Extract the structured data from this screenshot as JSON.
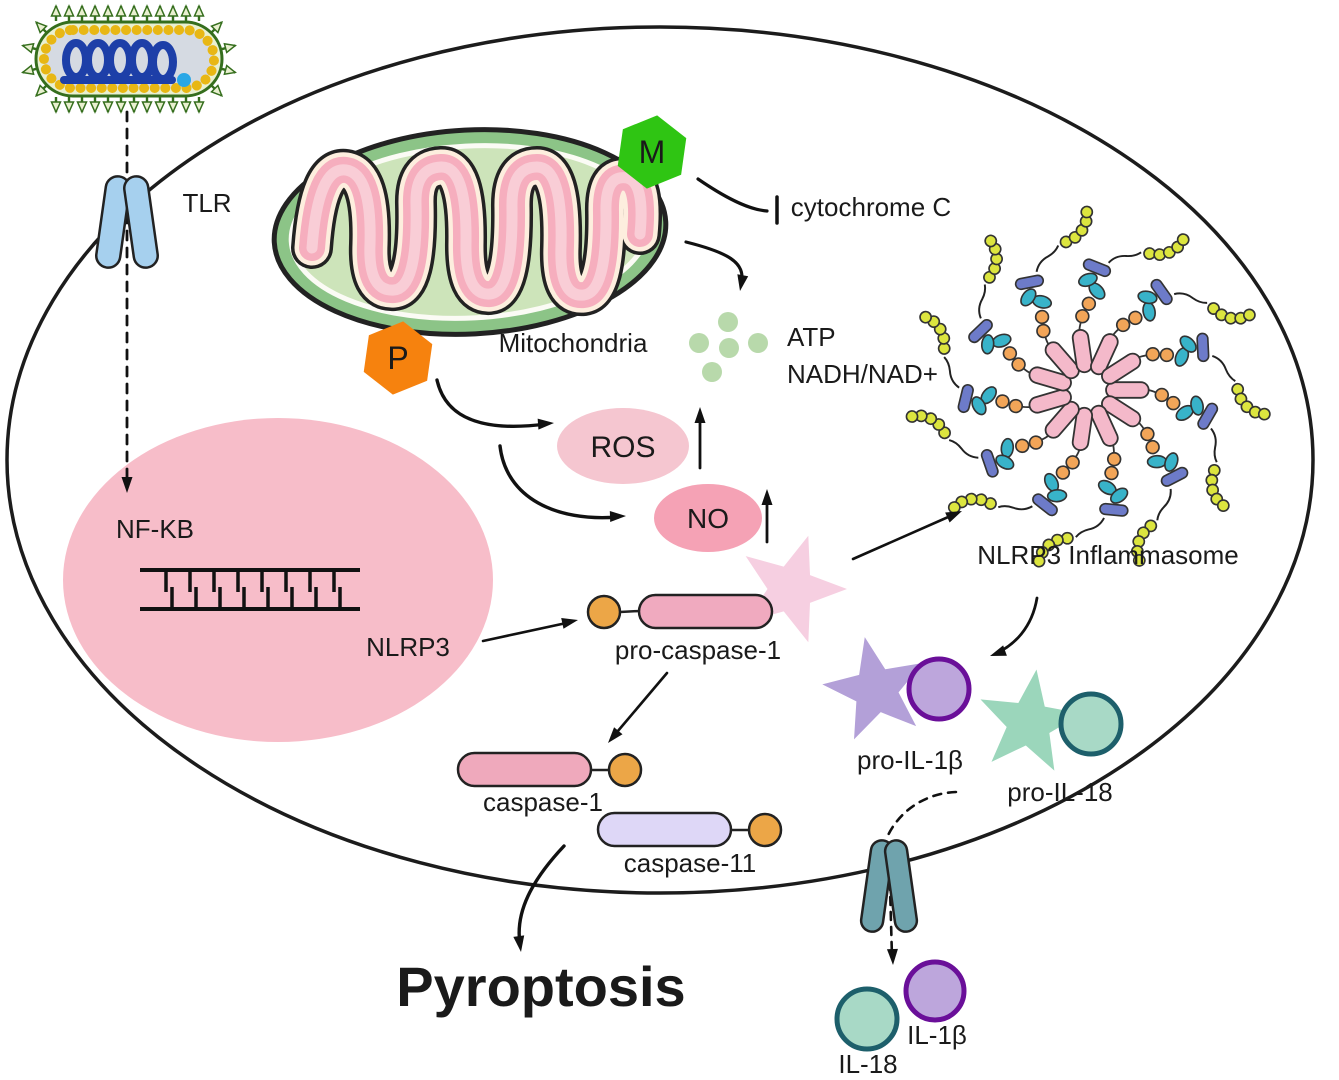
{
  "diagram": {
    "title": "Pyroptosis",
    "labels": {
      "tlr": "TLR",
      "mitochondria": "Mitochondria",
      "m_badge": "M",
      "p_badge": "P",
      "cytochrome_c": "cytochrome C",
      "atp": "ATP",
      "nadh": "NADH/NAD+",
      "nfkb": "NF-KB",
      "nlrp3": "NLRP3",
      "ros": "ROS",
      "no": "NO",
      "inflammasome": "NLRP3 Inflammasome",
      "pro_caspase_1": "pro-caspase-1",
      "caspase_1": "caspase-1",
      "caspase_11": "caspase-11",
      "pro_il_1b": "pro-IL-1β",
      "pro_il_18": "pro-IL-18",
      "il_1b": "IL-1β",
      "il_18": "IL-18",
      "pyroptosis": "Pyroptosis"
    },
    "colors": {
      "outline": "#1c1c1c",
      "text": "#1a1a1a",
      "tlr_blue": "#a6d0ee",
      "channel_teal": "#6fa3ad",
      "nucleus_pink": "#f7bdc9",
      "ros_pink": "#f5c6d0",
      "no_pink": "#f5a2b5",
      "star_pale": "#f6cfe1",
      "star_purple": "#b3a0d8",
      "star_teal": "#9bd6bb",
      "circle_purple": "#bda6dc",
      "ring_purple": "#6a0f99",
      "circle_teal": "#a8d9c6",
      "ring_teal": "#1d5f6b",
      "capsule_pink": "#f0aabf",
      "capsule_lavender": "#ded7f7",
      "domain_orange": "#eca647",
      "hex_green": "#2fc513",
      "hex_orange": "#f6820e",
      "dots_green": "#b8d9ab",
      "mito_outer": "#8cc487",
      "mito_inner": "#cde4ba",
      "mito_cristae": "#f6aebe",
      "mito_cristae_light": "#f9cdd6",
      "mito_cream": "#fdeede",
      "spoke_pink": "#f4b9ca",
      "bead_orange": "#f2a558",
      "oval_teal": "#38b3c9",
      "capsule_blue": "#6d7bc9",
      "bead_yellow": "#dce53f",
      "pyroptosis_red": "#fb0505",
      "virus_green": "#356e1d",
      "virus_spike_fill": "#e9f0d0",
      "virus_beads": "#e8b714",
      "virus_body": "#d5dae2",
      "virus_coil": "#1d3fa8",
      "virus_dot": "#2aa7e6"
    }
  }
}
